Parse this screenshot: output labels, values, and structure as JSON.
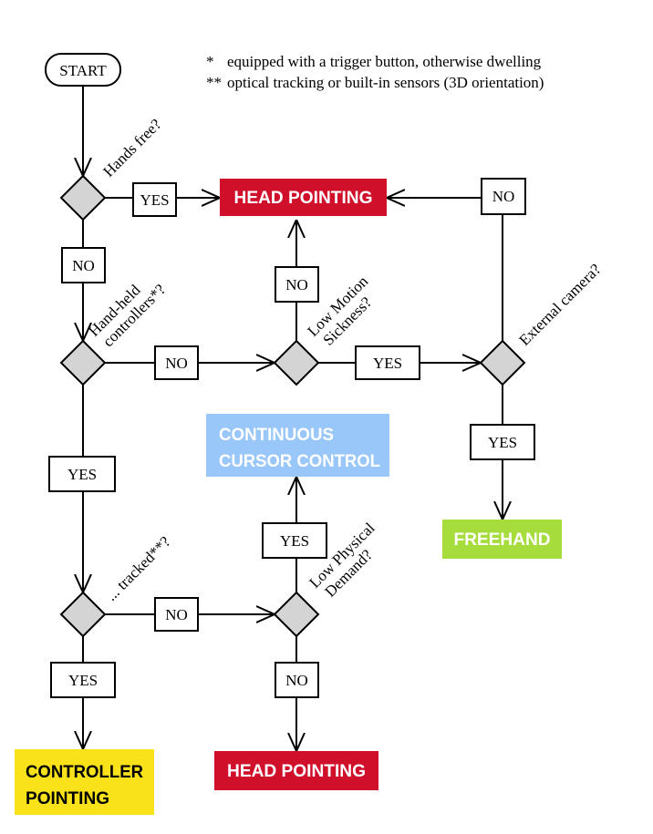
{
  "notes": {
    "line1_marker": "*",
    "line1_text": "equipped with a trigger button, otherwise dwelling",
    "line2_marker": "**",
    "line2_text": "optical tracking or built-in sensors (3D orientation)"
  },
  "nodes": {
    "start": "START",
    "head_pointing_top": "HEAD POINTING",
    "continuous_line1": "CONTINUOUS",
    "continuous_line2": "CURSOR CONTROL",
    "freehand": "FREEHAND",
    "controller_line1": "CONTROLLER",
    "controller_line2": "POINTING",
    "head_pointing_bottom": "HEAD POINTING"
  },
  "questions": {
    "hands_free": "Hands free?",
    "hand_held_line1": "Hand-held",
    "hand_held_line2": "controllers*?",
    "low_motion_line1": "Low Motion",
    "low_motion_line2": "Sickness?",
    "external_camera": "External camera?",
    "tracked": "... tracked**?",
    "low_physical_line1": "Low Physical",
    "low_physical_line2": "Demand?"
  },
  "edges": {
    "hands_free_yes": "YES",
    "hands_free_no": "NO",
    "camera_no": "NO",
    "motion_no": "NO",
    "handheld_no": "NO",
    "motion_yes": "YES",
    "camera_yes": "YES",
    "handheld_yes": "YES",
    "physical_yes": "YES",
    "tracked_no": "NO",
    "tracked_yes": "YES",
    "physical_no": "NO"
  },
  "colors": {
    "head_pointing": "#d0102b",
    "continuous": "#99c7fa",
    "freehand": "#a6dd3c",
    "controller": "#f9e21a",
    "decision": "#d4d4d4"
  }
}
